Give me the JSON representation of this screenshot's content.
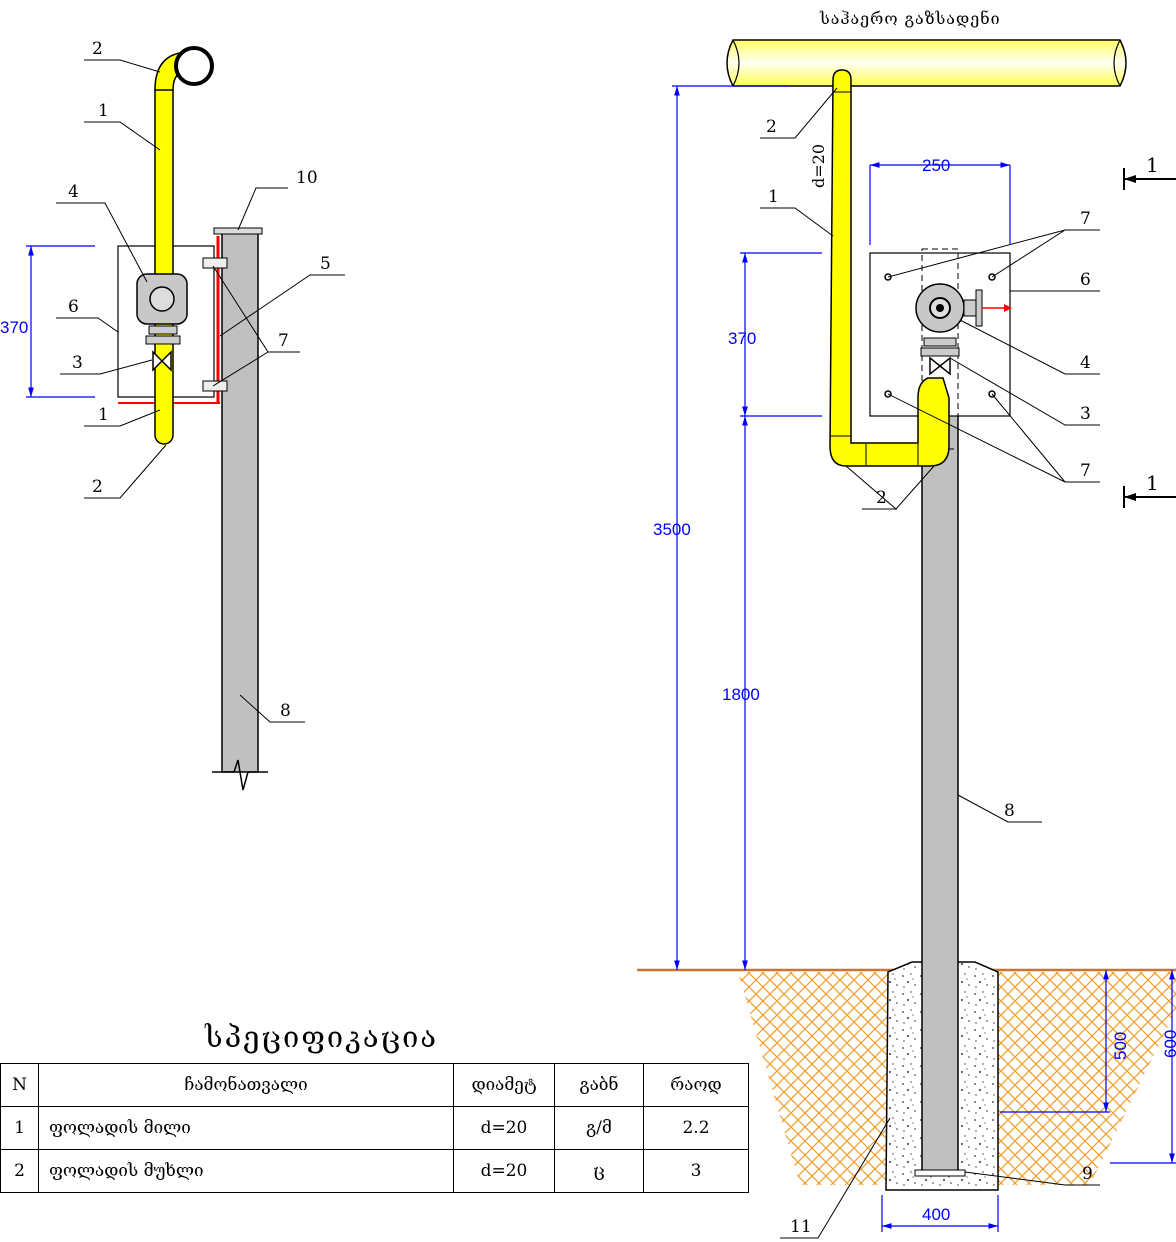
{
  "top_caption": "საჰაერო გაზსადენი",
  "section_mark": "1",
  "dimensions": {
    "d": "d=20",
    "w250": "250",
    "h370_left": "370",
    "h370_right": "370",
    "h3500": "3500",
    "h1800": "1800",
    "h500": "500",
    "h600": "600",
    "w400": "400"
  },
  "left_view_labels": [
    "2",
    "1",
    "4",
    "6",
    "3",
    "1",
    "2",
    "10",
    "5",
    "7",
    "8"
  ],
  "right_view_labels": [
    "2",
    "1",
    "7",
    "6",
    "4",
    "3",
    "2",
    "7",
    "8",
    "9",
    "11"
  ],
  "spec": {
    "title": "სპეციფიკაცია",
    "headers": [
      "N",
      "ჩამონათვალი",
      "დიამეტ",
      "გაბნ",
      "რაოდ"
    ],
    "rows": [
      [
        "1",
        "ფოლადის მილი",
        "d=20",
        "გ/მ",
        "2.2"
      ],
      [
        "2",
        "ფოლადის მუხლი",
        "d=20",
        "ც",
        "3"
      ]
    ]
  },
  "colors": {
    "pipe": "#ffff00",
    "dimension": "#0000ff",
    "ground": "#c87533",
    "post": "#c0c0c0",
    "plate_edge": "#ff0000"
  }
}
